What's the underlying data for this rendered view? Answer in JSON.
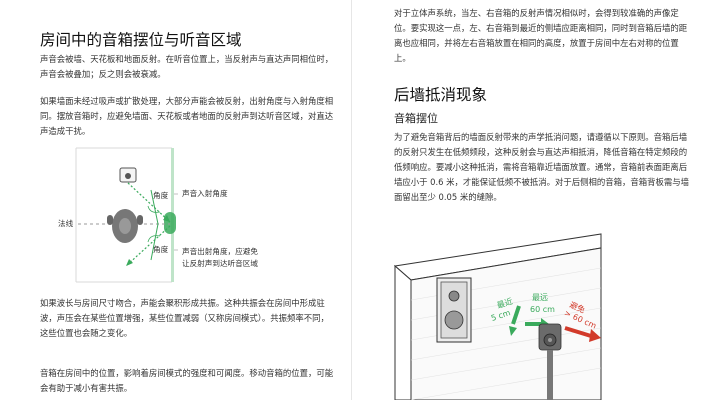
{
  "left": {
    "heading": "房间中的音箱摆位与听音区域",
    "para1": "声音会被墙、天花板和地面反射。在听音位置上，当反射声与直达声同相位时，声音会被叠加；反之则会被衰减。",
    "para2": "如果墙面未经过吸声或扩散处理，大部分声能会被反射，出射角度与入射角度相同。摆放音箱时，应避免墙面、天花板或者地面的反射声到达听音区域，对直达声造成干扰。",
    "diagram": {
      "normal_label": "法线",
      "angle_label_top": "角度",
      "angle_label_bottom": "角度",
      "incident_label": "声音入射角度",
      "exit_label_line1": "声音出射角度，应避免",
      "exit_label_line2": "让反射声到达听音区域"
    },
    "para3": "如果波长与房间尺寸吻合，声能会聚积形成共振。这种共振会在房间中形成驻波，声压会在某些位置增强，某些位置减弱（又称房间模式）。共振频率不同，这些位置也会随之变化。",
    "para4": "音箱在房间中的位置，影响着房间模式的强度和可闻度。移动音箱的位置，可能会有助于减小有害共振。"
  },
  "right": {
    "para_top": "对于立体声系统，当左、右音箱的反射声情况相似时，会得到较准确的声像定位。要实现这一点，左、右音箱到最近的侧墙应距离相同，同时到音箱后墙的距离也应相同，并将左右音箱放置在相同的高度，放置于房间中左右对称的位置上。",
    "heading": "后墙抵消现象",
    "subheading": "音箱摆位",
    "para": "为了避免音箱背后的墙面反射带来的声学抵消问题，请遵循以下原则。音箱后墙的反射只发生在低频频段，这种反射会与直达声相抵消，降低音箱在特定频段的低频响应。要减小这种抵消，需将音箱靠近墙面放置。通常，音箱前表面距离后墙应小于 0.6 米，才能保证低频不被抵消。对于后侧相的音箱，音箱背板需与墙面留出至少 0.05 米的缝隙。",
    "diagram": {
      "closest_label": "最近",
      "closest_value": "5 cm",
      "best_label": "最远",
      "best_value": "60 cm",
      "avoid_label": "避免",
      "avoid_value": "> 60 cm"
    }
  },
  "colors": {
    "green": "#3aaa5c",
    "red": "#d23a2a",
    "gray": "#6b6b6b"
  }
}
